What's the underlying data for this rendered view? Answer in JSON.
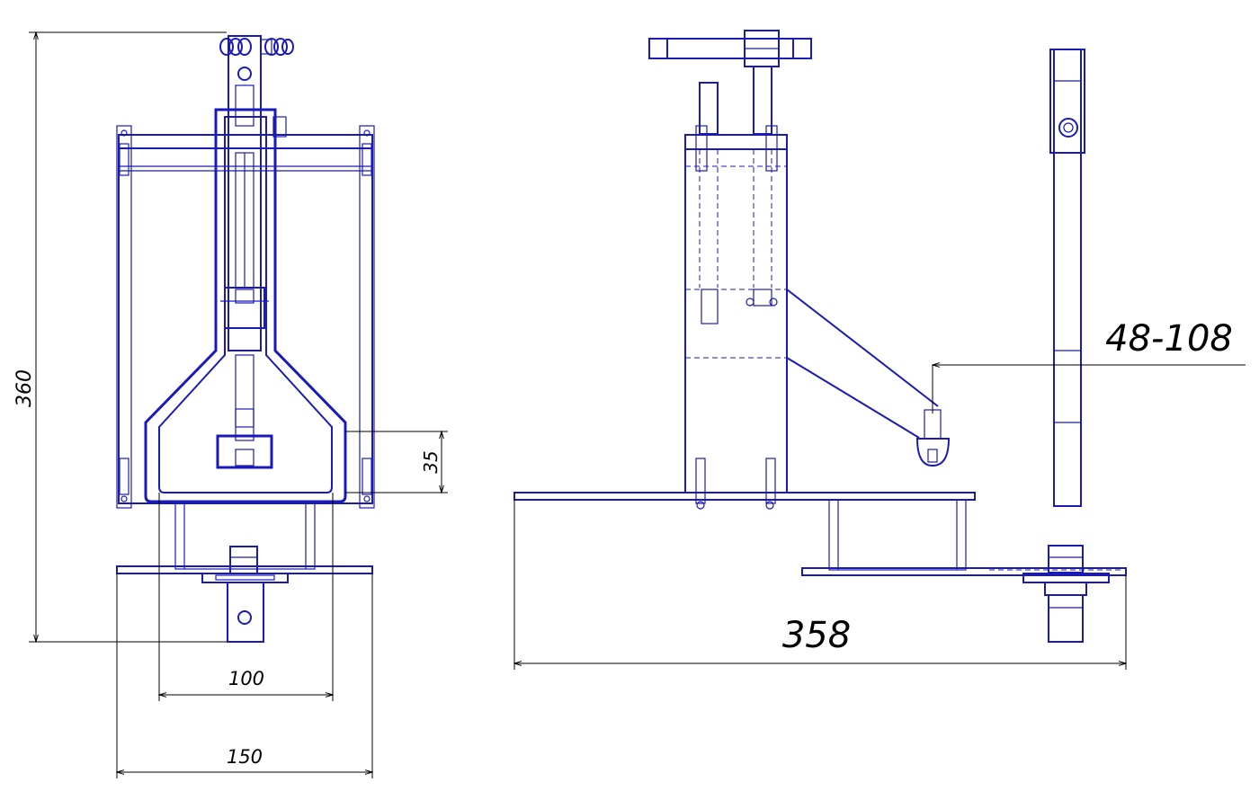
{
  "dimensions": {
    "height_total": "360",
    "gap_35": "35",
    "width_inner": "100",
    "width_outer": "150",
    "length_total": "358",
    "range_label": "48-108"
  },
  "colors": {
    "drawing_line": "#1a1ab8",
    "dimension_line": "#000000",
    "background": "#ffffff"
  }
}
